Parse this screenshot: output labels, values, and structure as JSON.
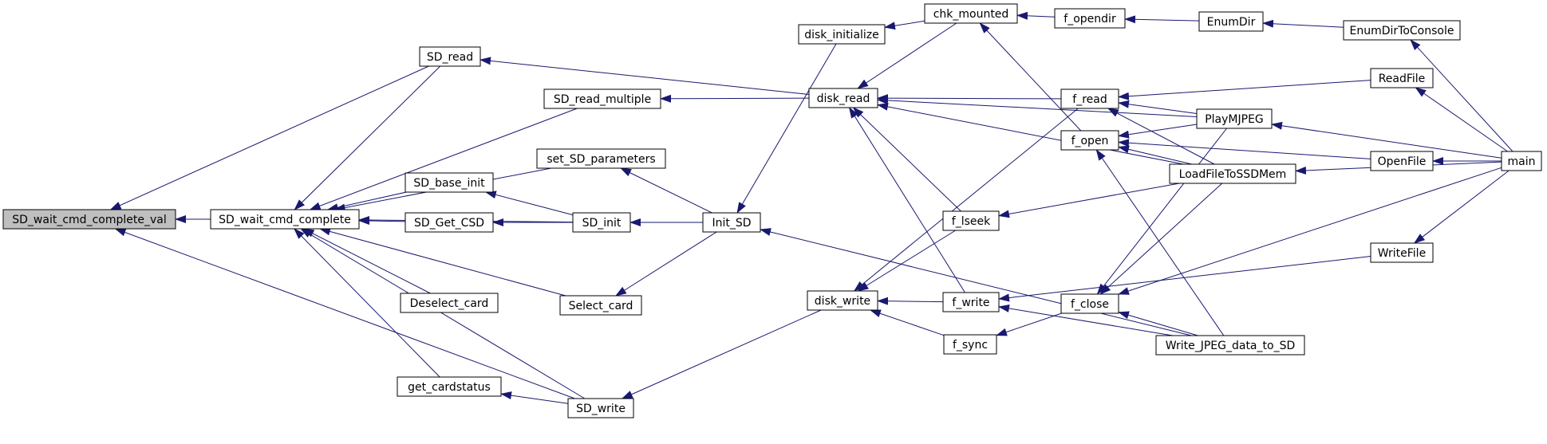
{
  "graph": {
    "title": "",
    "focus": "SD_wait_cmd_complete_val",
    "arrow_color": "#191970",
    "focus_fill": "#bfbfbf",
    "nodes": [
      {
        "id": "SD_wait_cmd_complete_val",
        "label": "SD_wait_cmd_complete_val"
      },
      {
        "id": "SD_wait_cmd_complete",
        "label": "SD_wait_cmd_complete"
      },
      {
        "id": "SD_read",
        "label": "SD_read"
      },
      {
        "id": "SD_read_multiple",
        "label": "SD_read_multiple"
      },
      {
        "id": "set_SD_parameters",
        "label": "set_SD_parameters"
      },
      {
        "id": "SD_base_init",
        "label": "SD_base_init"
      },
      {
        "id": "SD_Get_CSD",
        "label": "SD_Get_CSD"
      },
      {
        "id": "SD_init",
        "label": "SD_init"
      },
      {
        "id": "Deselect_card",
        "label": "Deselect_card"
      },
      {
        "id": "Select_card",
        "label": "Select_card"
      },
      {
        "id": "get_cardstatus",
        "label": "get_cardstatus"
      },
      {
        "id": "SD_write",
        "label": "SD_write"
      },
      {
        "id": "disk_initialize",
        "label": "disk_initialize"
      },
      {
        "id": "Init_SD",
        "label": "Init_SD"
      },
      {
        "id": "disk_read",
        "label": "disk_read"
      },
      {
        "id": "disk_write",
        "label": "disk_write"
      },
      {
        "id": "chk_mounted",
        "label": "chk_mounted"
      },
      {
        "id": "f_lseek",
        "label": "f_lseek"
      },
      {
        "id": "f_write",
        "label": "f_write"
      },
      {
        "id": "f_sync",
        "label": "f_sync"
      },
      {
        "id": "f_opendir",
        "label": "f_opendir"
      },
      {
        "id": "f_read",
        "label": "f_read"
      },
      {
        "id": "f_open",
        "label": "f_open"
      },
      {
        "id": "f_close",
        "label": "f_close"
      },
      {
        "id": "EnumDir",
        "label": "EnumDir"
      },
      {
        "id": "PlayMJPEG",
        "label": "PlayMJPEG"
      },
      {
        "id": "LoadFileToSSDMem",
        "label": "LoadFileToSSDMem"
      },
      {
        "id": "Write_JPEG_data_to_SD",
        "label": "Write_JPEG_data_to_SD"
      },
      {
        "id": "EnumDirToConsole",
        "label": "EnumDirToConsole"
      },
      {
        "id": "ReadFile",
        "label": "ReadFile"
      },
      {
        "id": "OpenFile",
        "label": "OpenFile"
      },
      {
        "id": "WriteFile",
        "label": "WriteFile"
      },
      {
        "id": "main",
        "label": "main"
      }
    ],
    "edges": [
      {
        "from": "SD_wait_cmd_complete",
        "to": "SD_wait_cmd_complete_val"
      },
      {
        "from": "SD_read",
        "to": "SD_wait_cmd_complete_val"
      },
      {
        "from": "SD_write",
        "to": "SD_wait_cmd_complete_val"
      },
      {
        "from": "SD_read",
        "to": "SD_wait_cmd_complete"
      },
      {
        "from": "SD_read_multiple",
        "to": "SD_wait_cmd_complete"
      },
      {
        "from": "set_SD_parameters",
        "to": "SD_wait_cmd_complete"
      },
      {
        "from": "SD_base_init",
        "to": "SD_wait_cmd_complete"
      },
      {
        "from": "SD_Get_CSD",
        "to": "SD_wait_cmd_complete"
      },
      {
        "from": "SD_init",
        "to": "SD_wait_cmd_complete"
      },
      {
        "from": "Deselect_card",
        "to": "SD_wait_cmd_complete"
      },
      {
        "from": "Select_card",
        "to": "SD_wait_cmd_complete"
      },
      {
        "from": "get_cardstatus",
        "to": "SD_wait_cmd_complete"
      },
      {
        "from": "SD_write",
        "to": "SD_wait_cmd_complete"
      },
      {
        "from": "SD_init",
        "to": "SD_base_init"
      },
      {
        "from": "SD_init",
        "to": "SD_Get_CSD"
      },
      {
        "from": "SD_write",
        "to": "get_cardstatus"
      },
      {
        "from": "Init_SD",
        "to": "set_SD_parameters"
      },
      {
        "from": "Init_SD",
        "to": "SD_init"
      },
      {
        "from": "Init_SD",
        "to": "Select_card"
      },
      {
        "from": "disk_read",
        "to": "SD_read"
      },
      {
        "from": "disk_read",
        "to": "SD_read_multiple"
      },
      {
        "from": "disk_write",
        "to": "SD_write"
      },
      {
        "from": "disk_initialize",
        "to": "Init_SD"
      },
      {
        "from": "Write_JPEG_data_to_SD",
        "to": "Init_SD"
      },
      {
        "from": "chk_mounted",
        "to": "disk_initialize"
      },
      {
        "from": "chk_mounted",
        "to": "disk_read"
      },
      {
        "from": "f_lseek",
        "to": "disk_read"
      },
      {
        "from": "f_write",
        "to": "disk_read"
      },
      {
        "from": "f_read",
        "to": "disk_read"
      },
      {
        "from": "PlayMJPEG",
        "to": "disk_read"
      },
      {
        "from": "LoadFileToSSDMem",
        "to": "disk_read"
      },
      {
        "from": "f_lseek",
        "to": "disk_write"
      },
      {
        "from": "f_write",
        "to": "disk_write"
      },
      {
        "from": "f_sync",
        "to": "disk_write"
      },
      {
        "from": "f_read",
        "to": "disk_write"
      },
      {
        "from": "f_opendir",
        "to": "chk_mounted"
      },
      {
        "from": "f_open",
        "to": "chk_mounted"
      },
      {
        "from": "EnumDir",
        "to": "f_opendir"
      },
      {
        "from": "EnumDirToConsole",
        "to": "EnumDir"
      },
      {
        "from": "main",
        "to": "EnumDirToConsole"
      },
      {
        "from": "ReadFile",
        "to": "f_read"
      },
      {
        "from": "PlayMJPEG",
        "to": "f_read"
      },
      {
        "from": "LoadFileToSSDMem",
        "to": "f_read"
      },
      {
        "from": "PlayMJPEG",
        "to": "f_open"
      },
      {
        "from": "OpenFile",
        "to": "f_open"
      },
      {
        "from": "LoadFileToSSDMem",
        "to": "f_open"
      },
      {
        "from": "Write_JPEG_data_to_SD",
        "to": "f_open"
      },
      {
        "from": "PlayMJPEG",
        "to": "f_close"
      },
      {
        "from": "LoadFileToSSDMem",
        "to": "f_close"
      },
      {
        "from": "Write_JPEG_data_to_SD",
        "to": "f_close"
      },
      {
        "from": "main",
        "to": "f_close"
      },
      {
        "from": "LoadFileToSSDMem",
        "to": "f_lseek"
      },
      {
        "from": "WriteFile",
        "to": "f_write"
      },
      {
        "from": "Write_JPEG_data_to_SD",
        "to": "f_write"
      },
      {
        "from": "f_close",
        "to": "f_sync"
      },
      {
        "from": "main",
        "to": "ReadFile"
      },
      {
        "from": "main",
        "to": "PlayMJPEG"
      },
      {
        "from": "main",
        "to": "OpenFile"
      },
      {
        "from": "main",
        "to": "LoadFileToSSDMem"
      },
      {
        "from": "main",
        "to": "WriteFile"
      }
    ]
  }
}
